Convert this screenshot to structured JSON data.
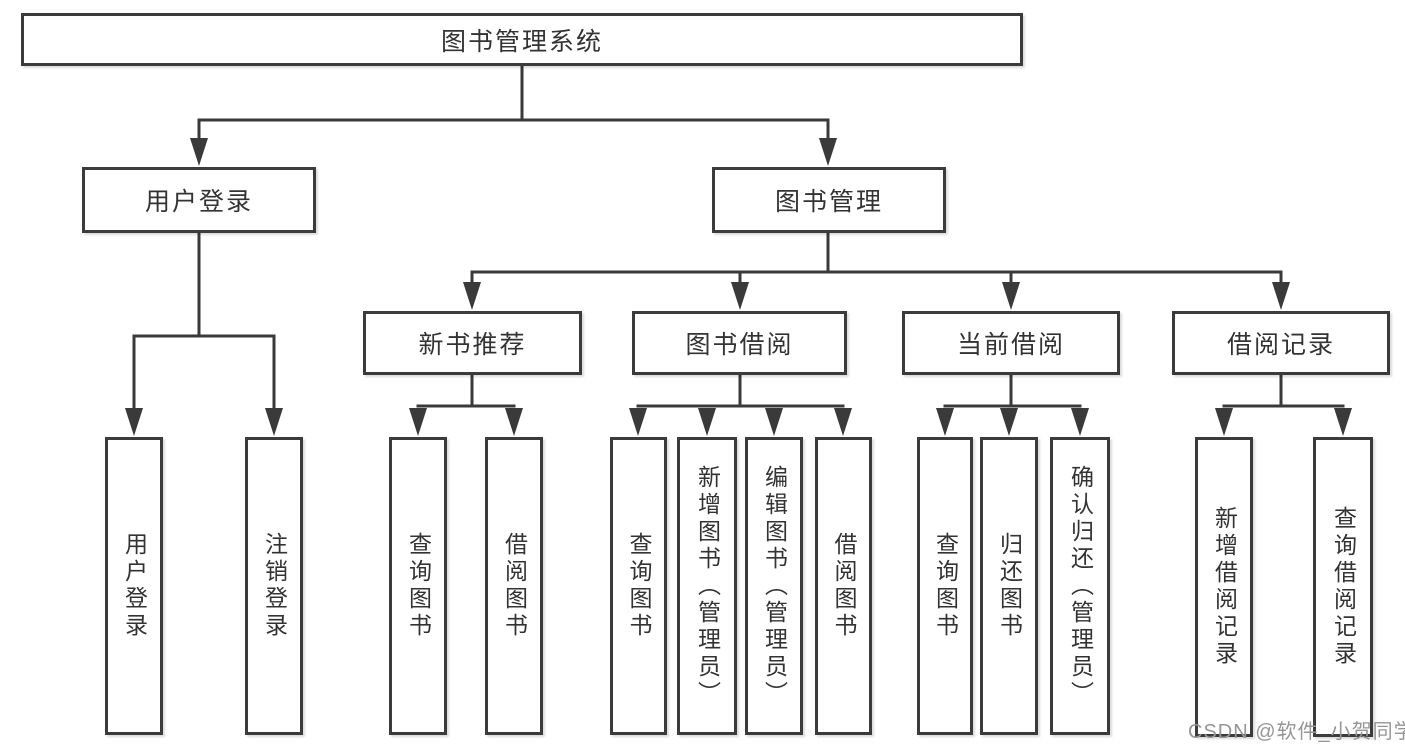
{
  "title": "图书管理系统",
  "colors": {
    "line": "#3a3a3a",
    "box_border": "#3b3b3b",
    "text": "#333333",
    "watermark": "#969696",
    "background": "#ffffff"
  },
  "nodes": {
    "root": {
      "label": "图书管理系统"
    },
    "user_login": {
      "label": "用户登录",
      "children": [
        {
          "label": "用户登录"
        },
        {
          "label": "注销登录"
        }
      ]
    },
    "book_manage": {
      "label": "图书管理"
    },
    "new_books": {
      "label": "新书推荐",
      "children": [
        {
          "label": "查询图书"
        },
        {
          "label": "借阅图书"
        }
      ]
    },
    "book_borrow": {
      "label": "图书借阅",
      "children": [
        {
          "label": "查询图书"
        },
        {
          "label": "新增图书（管理员）"
        },
        {
          "label": "编辑图书（管理员）"
        },
        {
          "label": "借阅图书"
        }
      ]
    },
    "current_borrow": {
      "label": "当前借阅",
      "children": [
        {
          "label": "查询图书"
        },
        {
          "label": "归还图书"
        },
        {
          "label": "确认归还（管理员）"
        }
      ]
    },
    "borrow_records": {
      "label": "借阅记录",
      "children": [
        {
          "label": "新增借阅记录"
        },
        {
          "label": "查询借阅记录"
        }
      ]
    }
  },
  "watermark": "CSDN @软件_小贺同学"
}
